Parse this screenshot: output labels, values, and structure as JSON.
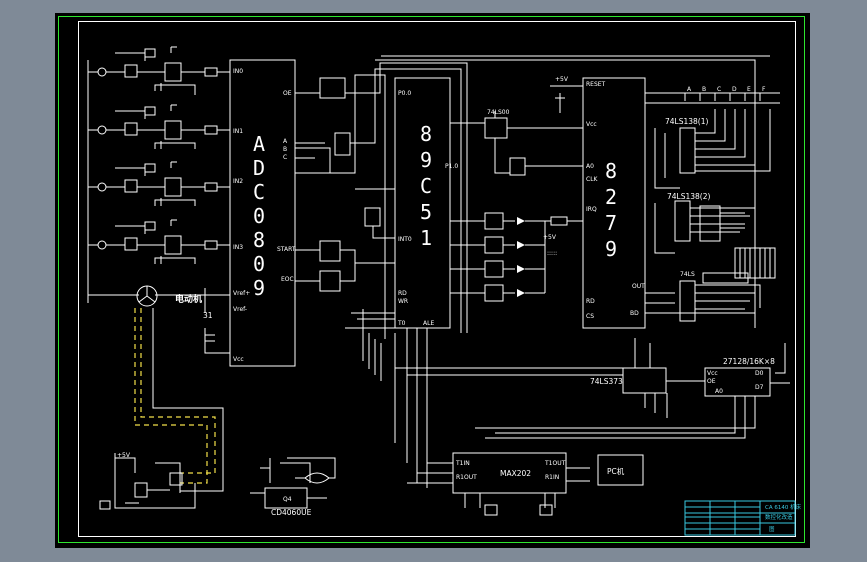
{
  "chips": {
    "adc": "ADC0809",
    "mcu": "89C51",
    "kbd": "8279",
    "latch": "74LS373",
    "eprom": "27128/16K×8",
    "rs232": "MAX202",
    "counter": "CD4060UE",
    "dec1": "74LS138(1)",
    "dec2": "74LS138(2)",
    "motor": "电动机"
  },
  "chips_small": {
    "pc": "PC机",
    "motor_num": "31"
  },
  "title_block": {
    "line1": "CA 6140 机床",
    "line2": "数控化改造",
    "line3": "图"
  },
  "colors": {
    "background": "#000000",
    "frame": "#2ee62e",
    "lines": "#ffffff",
    "dashed": "#f2e04a",
    "title_block": "#38c8e0"
  }
}
